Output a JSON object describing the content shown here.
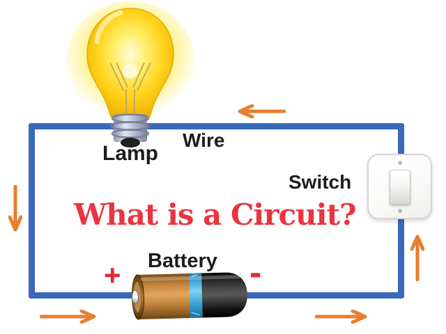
{
  "diagram": {
    "title": "What is a Circuit?",
    "labels": {
      "lamp": "Lamp",
      "wire": "Wire",
      "switch": "Switch",
      "battery": "Battery",
      "positive_terminal": "+",
      "negative_terminal": "-"
    },
    "components": [
      {
        "name": "lamp",
        "description": "glowing incandescent light bulb"
      },
      {
        "name": "wire",
        "description": "blue rectangular wire loop"
      },
      {
        "name": "switch",
        "description": "white rocker wall switch"
      },
      {
        "name": "battery",
        "description": "copper and black cell with blue band"
      }
    ],
    "current_arrows": [
      {
        "id": "top",
        "direction": "left"
      },
      {
        "id": "left-side",
        "direction": "down"
      },
      {
        "id": "bottom-left",
        "direction": "right"
      },
      {
        "id": "bottom-right",
        "direction": "right"
      },
      {
        "id": "right-side",
        "direction": "up"
      }
    ],
    "colors": {
      "wire_blue": "#3a68bd",
      "arrow_orange": "#e87e2e",
      "title_red": "#e93540",
      "label_black": "#1c1c1c",
      "terminal_red": "#e42a33",
      "bulb_yellow": "#ffd41c",
      "bulb_glow": "#ffe838",
      "battery_copper": "#b5762f",
      "battery_band_blue": "#3fa6d9",
      "battery_black": "#1b1b1b",
      "switch_white": "#fdfdfd",
      "background": "#ffffff"
    }
  }
}
